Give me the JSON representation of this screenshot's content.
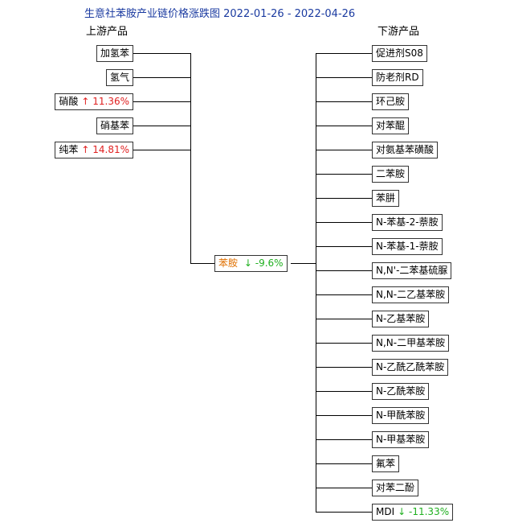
{
  "title": "生意社苯胺产业链价格涨跌图 2022-01-26 - 2022-04-26",
  "upstream_header": "上游产品",
  "downstream_header": "下游产品",
  "center": {
    "name": "苯胺",
    "arrow": "↓",
    "change": "-9.6%",
    "direction": "down"
  },
  "upstream": [
    {
      "name": "加氢苯"
    },
    {
      "name": "氢气"
    },
    {
      "name": "硝酸",
      "arrow": "↑",
      "change": "11.36%",
      "direction": "up"
    },
    {
      "name": "硝基苯"
    },
    {
      "name": "纯苯",
      "arrow": "↑",
      "change": "14.81%",
      "direction": "up"
    }
  ],
  "downstream": [
    {
      "name": "促进剂S08"
    },
    {
      "name": "防老剂RD"
    },
    {
      "name": "环己胺"
    },
    {
      "name": "对苯醌"
    },
    {
      "name": "对氨基苯磺酸"
    },
    {
      "name": "二苯胺"
    },
    {
      "name": "苯肼"
    },
    {
      "name": "N-苯基-2-萘胺"
    },
    {
      "name": "N-苯基-1-萘胺"
    },
    {
      "name": "N,N'-二苯基硫脲"
    },
    {
      "name": "N,N-二乙基苯胺"
    },
    {
      "name": "N-乙基苯胺"
    },
    {
      "name": "N,N-二甲基苯胺"
    },
    {
      "name": "N-乙酰乙酰苯胺"
    },
    {
      "name": "N-乙酰苯胺"
    },
    {
      "name": "N-甲酰苯胺"
    },
    {
      "name": "N-甲基苯胺"
    },
    {
      "name": "氟苯"
    },
    {
      "name": "对苯二酚"
    },
    {
      "name": "MDI",
      "arrow": "↓",
      "change": "-11.33%",
      "direction": "down"
    }
  ],
  "colors": {
    "up": "#e02020",
    "down": "#20b020",
    "center": "#e07000",
    "title": "#1a3aa0"
  }
}
